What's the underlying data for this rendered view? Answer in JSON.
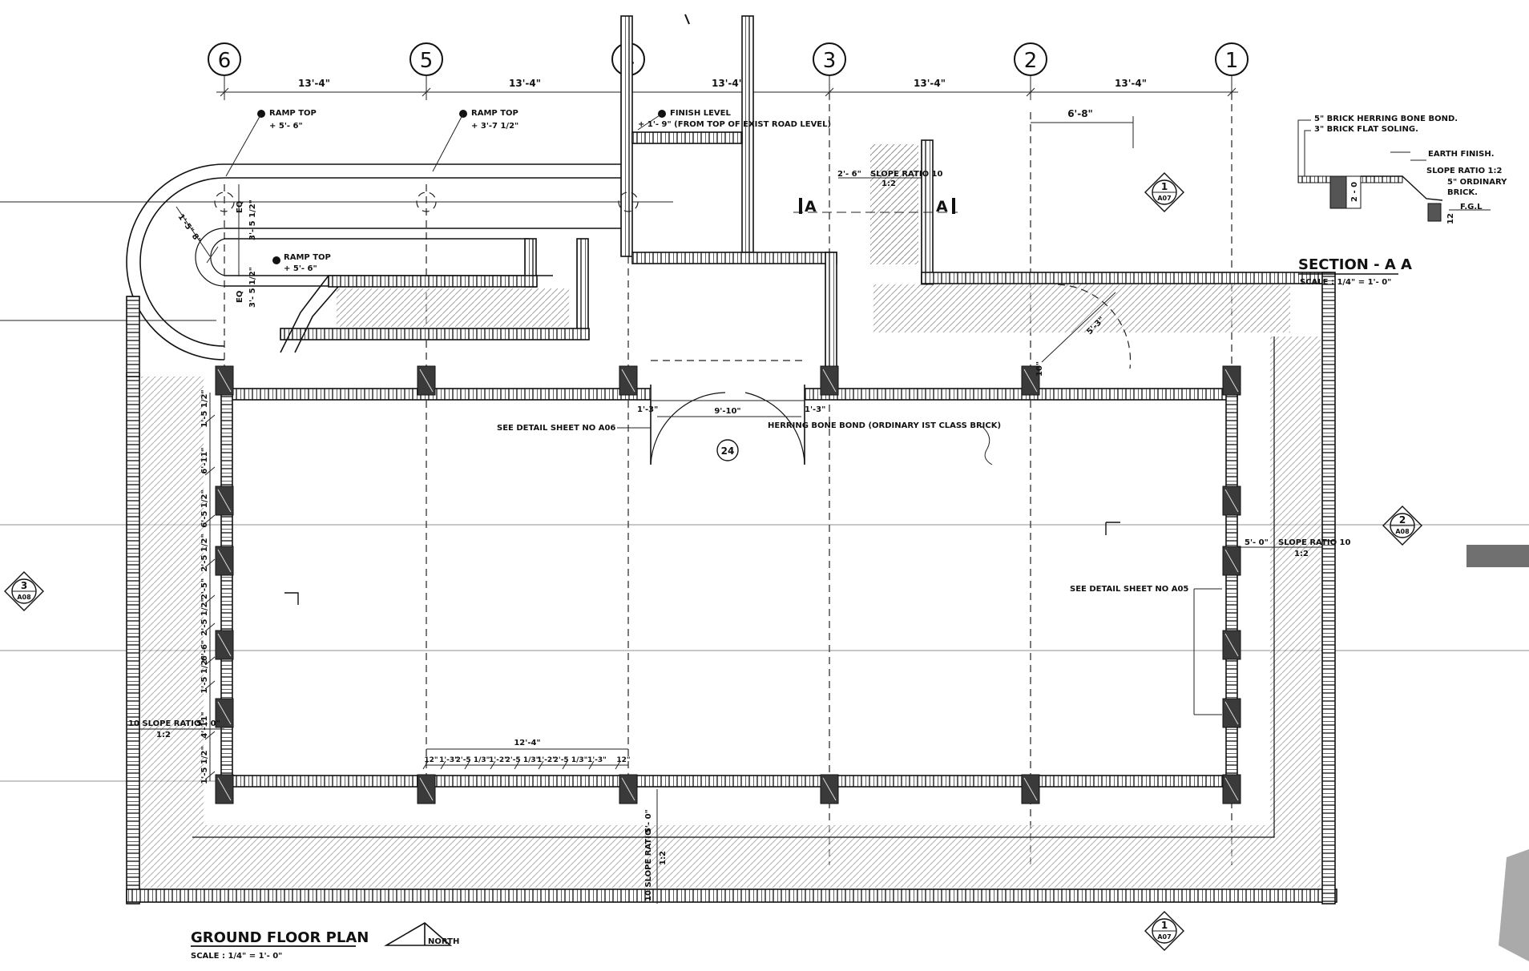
{
  "grid_axes": [
    "6",
    "5",
    "4",
    "3",
    "2",
    "1"
  ],
  "bay_dims": [
    "13'-4\"",
    "13'-4\"",
    "13'-4\"",
    "13'-4\"",
    "13'-4\""
  ],
  "labels": {
    "ramp_top_1": "RAMP TOP",
    "ramp_top_1_level": "+ 5'- 6\"",
    "ramp_top_2": "RAMP TOP",
    "ramp_top_2_level": "+ 3'-7 1/2\"",
    "ramp_top_3": "RAMP TOP",
    "ramp_top_3_level": "+ 5'- 6\"",
    "finish_level": "FINISH LEVEL",
    "finish_level_note": "+ 1'- 9\" (FROM TOP OF EXIST ROAD LEVEL)",
    "dim_6_8": "6'-8\"",
    "dim_2_6": "2'- 6\"",
    "slope_ratio_top": "SLOPE RATIO 10",
    "slope_ratio_top_val": "1:2",
    "section_cut_a_left": "A",
    "section_cut_a_right": "A",
    "dim_ramp_radius": "1'-5\" 8\"",
    "dim_eq_1": "EQ",
    "dim_eq_2": "EQ",
    "dim_3_5_a": "3'- 5 1/2\"",
    "dim_3_5_b": "3'- 5 1/2\"",
    "dim_5_3": "5'-3\"",
    "dim_10": "10\"",
    "dim_1_3_a": "1'-3\"",
    "dim_1_3_b": "1'-3\"",
    "dim_door": "9'-10\"",
    "see_detail_a06": "SEE DETAIL SHEET NO A06",
    "herring_bone_note": "HERRING BONE BOND (ORDINARY IST CLASS BRICK)",
    "door_tag": "24",
    "see_detail_a05": "SEE DETAIL SHEET NO A05",
    "slope_ratio_right": "SLOPE RATIO 10",
    "slope_ratio_right_dim": "5'- 0\"",
    "slope_ratio_right_val": "1:2",
    "slope_ratio_left": "10 SLOPE RATIO",
    "slope_ratio_left_dim": "5'- 0\"",
    "slope_ratio_left_val": "1:2",
    "slope_ratio_bottom": "10 SLOPE RATIO",
    "slope_ratio_bottom_dim": "5'- 0\"",
    "slope_ratio_bottom_val": "1:2",
    "dim_12_4": "12'-4\"",
    "left_dims": [
      "1'-5 1/2\"",
      "6'-11\"",
      "6'-5 1/2\"",
      "2'-5 1/2\"",
      "2'-5\"",
      "2'-5 1/2\"",
      "6'-6\"",
      "1'-5 1/2\"",
      "4'-11\"",
      "1'-5 1/2\""
    ],
    "bottom_dims": [
      "12\"",
      "1'-3\"",
      "2'-5 1/3\"",
      "1'-2\"",
      "2'-5 1/3\"",
      "1'-2\"",
      "2'-5 1/3\"",
      "1'-3\"",
      "12\""
    ]
  },
  "section_detail": {
    "title": "SECTION - A A",
    "scale": "SCALE : 1/4\" = 1'- 0\"",
    "note_1": "5\" BRICK HERRING BONE BOND.",
    "note_2": "3\" BRICK FLAT SOLING.",
    "note_3": "EARTH FINISH.",
    "note_4": "SLOPE RATIO 1:2",
    "note_5": "5\" ORDINARY",
    "note_6": "BRICK.",
    "note_7": "F.G.L",
    "dim_2_0": "2 - 0",
    "dim_12": "12"
  },
  "section_markers": [
    {
      "num": "1",
      "sheet": "A07"
    },
    {
      "num": "2",
      "sheet": "A08"
    },
    {
      "num": "3",
      "sheet": "A08"
    },
    {
      "num": "1",
      "sheet": "A07"
    }
  ],
  "title_block": {
    "title": "GROUND FLOOR PLAN",
    "scale": "SCALE :   1/4\" = 1'- 0\"",
    "north": "NORTH"
  },
  "colors": {
    "ink": "#111111",
    "paper": "#ffffff",
    "wall_fill": "#777777"
  }
}
